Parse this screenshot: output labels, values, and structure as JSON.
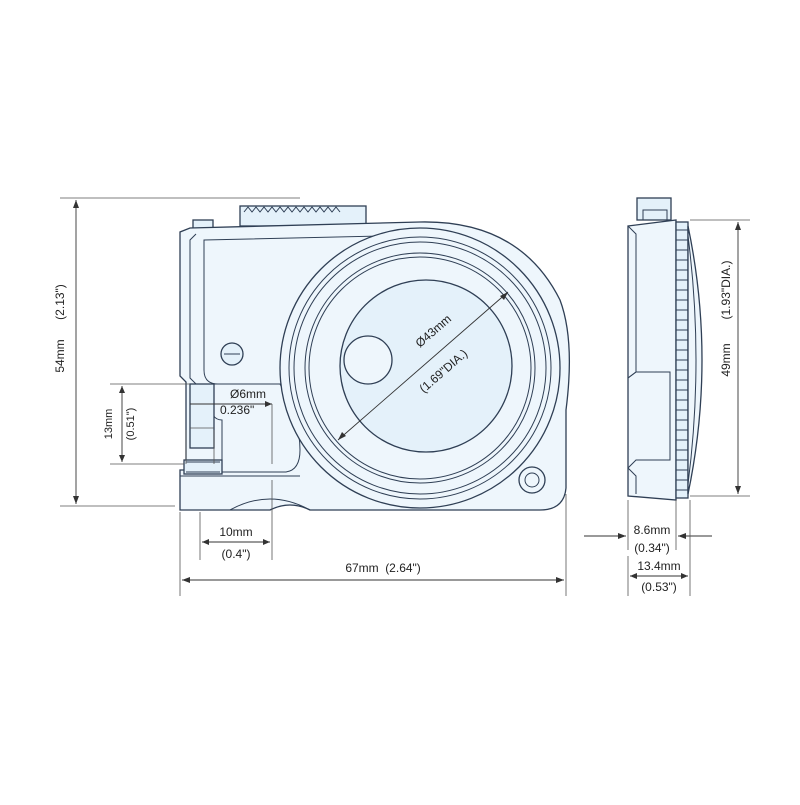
{
  "colors": {
    "body_fill": "#eef6fc",
    "outline": "#2f3f55",
    "dimension_line": "#333333"
  },
  "dimensions": {
    "height_mm": "54mm",
    "height_in": "(2.13\")",
    "slot_mm": "13mm",
    "slot_in": "(0.51\")",
    "hole_mm": "Ø6mm",
    "hole_in": "0.236\"",
    "foot_mm": "10mm",
    "foot_in": "(0.4\")",
    "width_mm": "67mm",
    "width_in": "(2.64\")",
    "reel_mm": "Ø43mm",
    "reel_in": "(1.69\"DIA.)",
    "side_height_mm": "49mm",
    "side_height_in": "(1.93\"DIA.)",
    "side_inner_mm": "8.6mm",
    "side_inner_in": "(0.34\")",
    "side_depth_mm": "13.4mm",
    "side_depth_in": "(0.53\")"
  }
}
